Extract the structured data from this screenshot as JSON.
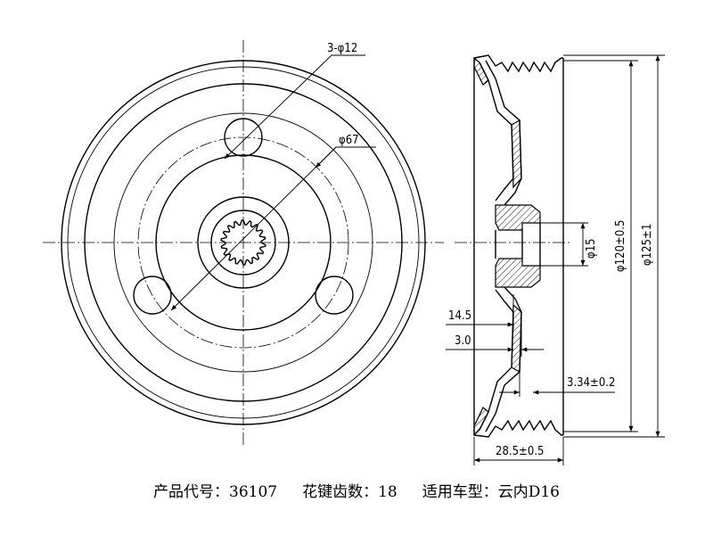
{
  "dimensions": {
    "holes": "3-φ12",
    "pcd": "φ67",
    "bore": "φ15",
    "outer_dia": "φ120±0.5",
    "total_dia": "φ125±1",
    "width_14_5": "14.5",
    "width_3_0": "3.0",
    "thickness": "3.34±0.2",
    "overall_width": "28.5±0.5"
  },
  "caption": {
    "product_code": "产品代号：36107",
    "spline_teeth": "花键齿数：18",
    "vehicle": "适用车型：云内D16"
  }
}
